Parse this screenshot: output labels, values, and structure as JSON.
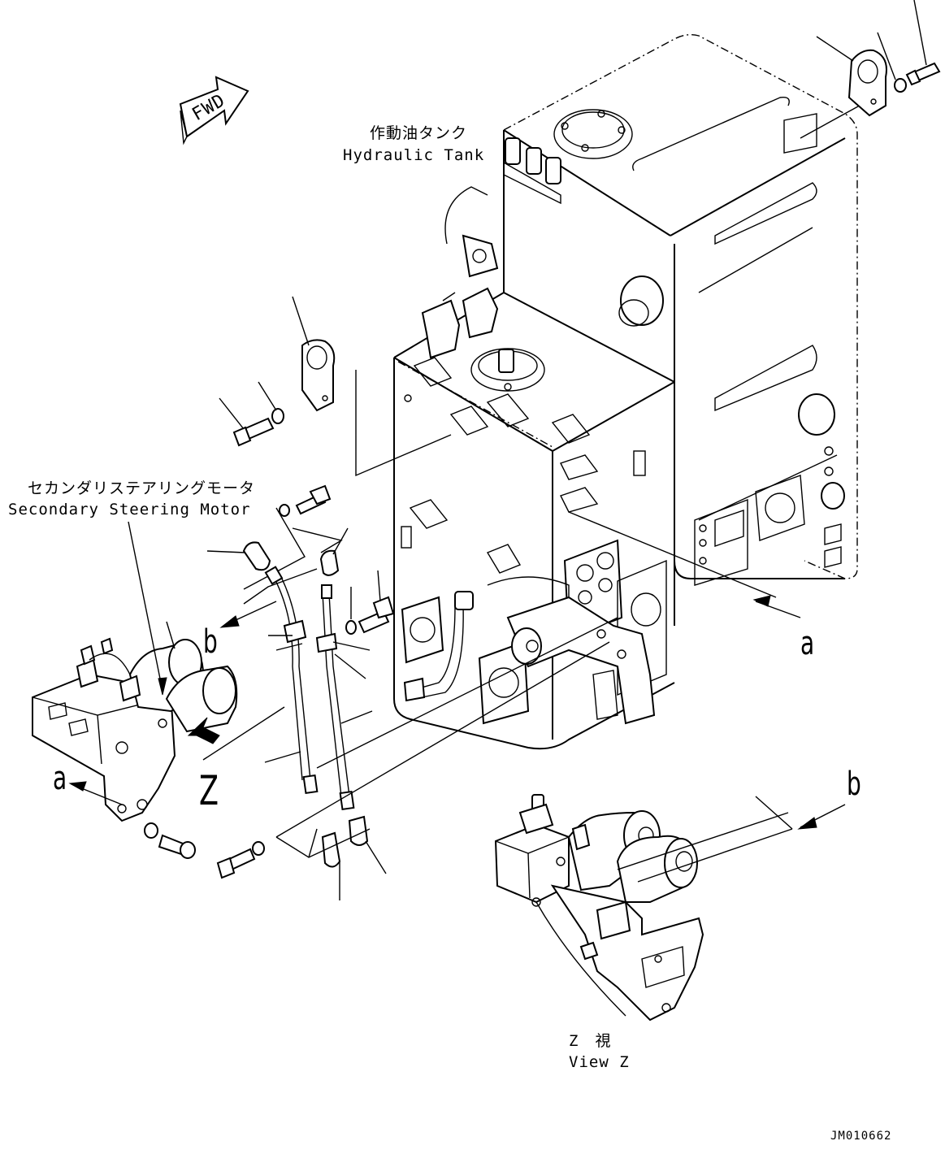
{
  "labels": {
    "fwd": "FWD",
    "hydraulic_tank_jp": "作動油タンク",
    "hydraulic_tank_en": "Hydraulic Tank",
    "motor_jp": "セカンダリステアリングモータ",
    "motor_en": "Secondary Steering Motor",
    "view_jp": "Z　視",
    "view_en": "View Z",
    "ref_a_right": "a",
    "ref_a_left": "a",
    "ref_b_left": "b",
    "ref_b_right": "b",
    "ref_z": "Z",
    "drawing_code": "JM010662"
  }
}
